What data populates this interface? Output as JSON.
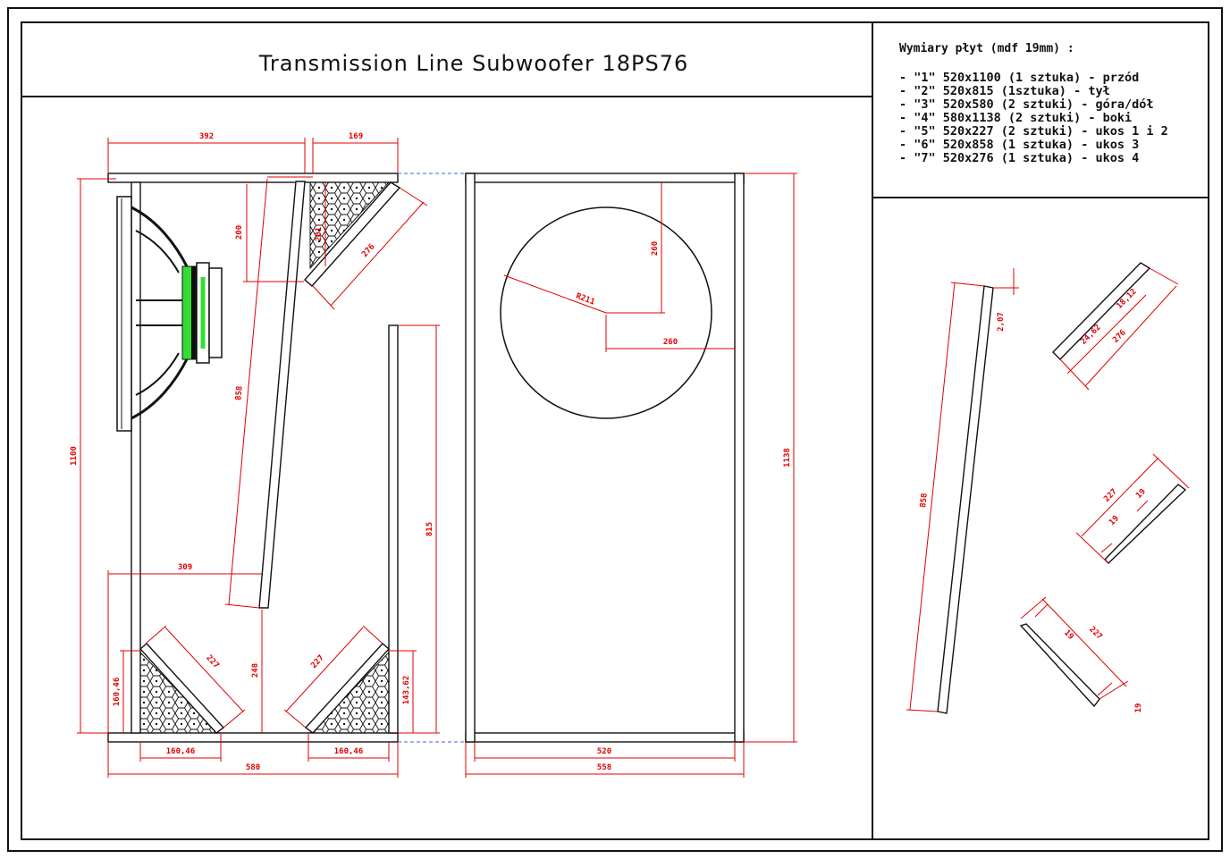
{
  "title": "Transmission Line Subwoofer 18PS76",
  "specs": {
    "heading": "Wymiary płyt (mdf 19mm) :",
    "items": [
      "- \"1\" 520x1100 (1 sztuka) - przód",
      "- \"2\" 520x815 (1sztuka) - tył",
      "- \"3\" 520x580 (2 sztuki) - góra/dół",
      "- \"4\" 580x1138 (2 sztuki) - boki",
      "- \"5\" 520x227 (2 sztuki) - ukos 1 i 2",
      "- \"6\" 520x858 (1 sztuka) -  ukos 3",
      "- \"7\" 520x276 (1 sztuka) - ukos 4"
    ]
  },
  "side_view": {
    "top_width": "392",
    "top_right": "169",
    "height_front": "1100",
    "baffle_200": "200",
    "baffle_201": "201",
    "diag_276": "276",
    "diag_858": "858",
    "width_309": "309",
    "back_815": "815",
    "height_248": "248",
    "corner_left_227": "227",
    "corner_right_227": "227",
    "left_16046": "160,46",
    "right_14362": "143,62",
    "bottom_left_16046": "160,46",
    "bottom_right_16046": "160,46",
    "overall_580": "580"
  },
  "front_view": {
    "radius": "R211",
    "vertical_260": "260",
    "horizontal_260": "260",
    "height_1138": "1138",
    "width_520": "520",
    "width_558": "558"
  },
  "details": {
    "long_858": "858",
    "long_207": "2,07",
    "bevel_2462": "24,62",
    "bevel_1812": "18,12",
    "bevel_276": "276",
    "mid_227": "227",
    "mid_19a": "19",
    "mid_19b": "19",
    "low_19a": "19",
    "low_227": "227",
    "low_19b": "19"
  },
  "colors": {
    "dimension": "#e00000",
    "driver_magnet": "#33dd33",
    "joint": "#3a66d8"
  }
}
